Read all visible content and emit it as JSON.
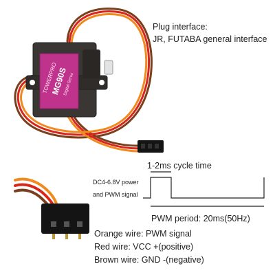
{
  "servo": {
    "brand_label": "TOWERPRO",
    "model_label": "MG90S",
    "sub_label": "Digital Servo"
  },
  "plug": {
    "title": "Plug interface:",
    "desc": "JR, FUTABA general interface"
  },
  "signal": {
    "cycle_time": "1-2ms cycle time",
    "power_line1": "DC4-6.8V power",
    "power_line2": "and PWM signal",
    "period": "PWM period: 20ms(50Hz)"
  },
  "wires": {
    "orange": "Orange wire: PWM signal",
    "red": "Red wire: VCC +(positive)",
    "brown": "Brown wire: GND -(negative)"
  },
  "colors": {
    "orange_wire": "#f08a1e",
    "red_wire": "#d9261c",
    "brown_wire": "#7a3f1d",
    "servo_body": "#3a3633",
    "servo_label": "#c0338c"
  }
}
